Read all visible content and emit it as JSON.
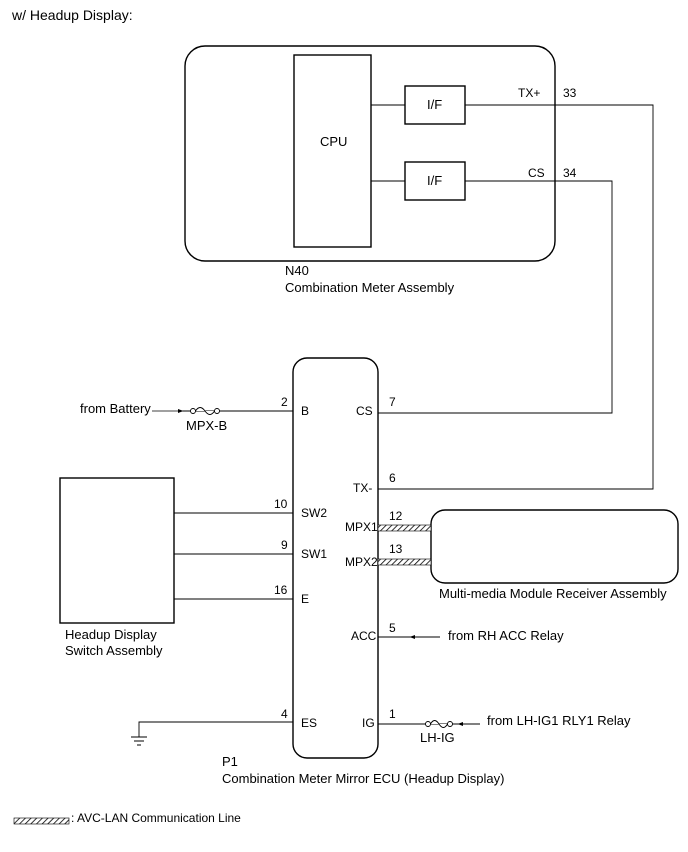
{
  "title": "w/ Headup Display:",
  "n40": {
    "code": "N40",
    "name": "Combination Meter Assembly",
    "cpu": "CPU",
    "if_label": "I/F",
    "pins": [
      {
        "num": "33",
        "sig": "TX+"
      },
      {
        "num": "34",
        "sig": "CS"
      }
    ]
  },
  "p1": {
    "code": "P1",
    "name": "Combination Meter Mirror ECU (Headup Display)",
    "left_pins": [
      {
        "num": "2",
        "sig": "B"
      },
      {
        "num": "10",
        "sig": "SW2"
      },
      {
        "num": "9",
        "sig": "SW1"
      },
      {
        "num": "16",
        "sig": "E"
      },
      {
        "num": "4",
        "sig": "ES"
      }
    ],
    "right_pins": [
      {
        "num": "7",
        "sig": "CS"
      },
      {
        "num": "6",
        "sig": "TX-"
      },
      {
        "num": "12",
        "sig": "MPX1"
      },
      {
        "num": "13",
        "sig": "MPX2"
      },
      {
        "num": "5",
        "sig": "ACC"
      },
      {
        "num": "1",
        "sig": "IG"
      }
    ]
  },
  "switch_assembly": {
    "line1": "Headup Display",
    "line2": "Switch Assembly"
  },
  "receiver": {
    "name": "Multi-media Module Receiver Assembly"
  },
  "sources": {
    "battery": "from Battery",
    "fuse_b": "MPX-B",
    "acc": "from RH ACC Relay",
    "ig": "from LH-IG1 RLY1 Relay",
    "fuse_ig": "LH-IG"
  },
  "legend": {
    "text": ": AVC-LAN Communication Line"
  }
}
